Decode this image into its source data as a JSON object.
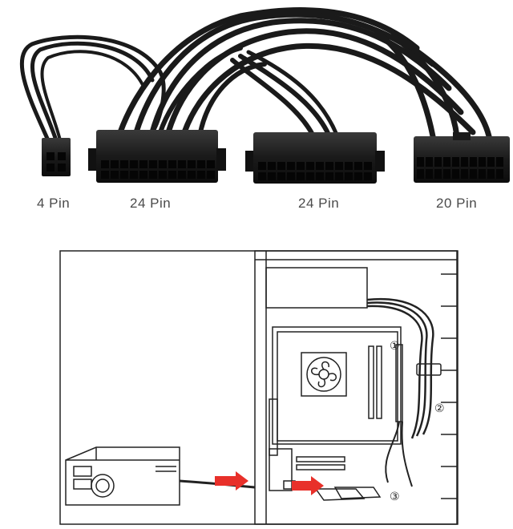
{
  "connector_labels": [
    "4 Pin",
    "24 Pin",
    "24 Pin",
    "20 Pin"
  ],
  "diagram_markers": [
    "①",
    "②",
    "③"
  ],
  "colors": {
    "cable": "#1a1a1a",
    "connector": "#161616",
    "diagram_line": "#222222",
    "arrow": "#e8302a"
  }
}
